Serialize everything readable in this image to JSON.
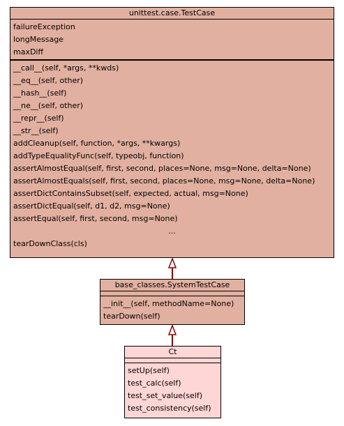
{
  "colors": {
    "parent_fill": "#e2b0a0",
    "child_fill": "#fed6d5",
    "edge": "#8b0000",
    "border": "#000000"
  },
  "classes": {
    "testcase": {
      "name": "unittest.case.TestCase",
      "attributes": [
        "failureException",
        "longMessage",
        "maxDiff"
      ],
      "methods": [
        "__call__(self, *args, **kwds)",
        "__eq__(self, other)",
        "__hash__(self)",
        "__ne__(self, other)",
        "__repr__(self)",
        "__str__(self)",
        "addCleanup(self, function, *args, **kwargs)",
        "addTypeEqualityFunc(self, typeobj, function)",
        "assertAlmostEqual(self, first, second, places=None, msg=None, delta=None)",
        "assertAlmostEquals(self, first, second, places=None, msg=None, delta=None)",
        "assertDictContainsSubset(self, expected, actual, msg=None)",
        "assertDictEqual(self, d1, d2, msg=None)",
        "assertEqual(self, first, second, msg=None)"
      ],
      "ellipsis": "...",
      "last_method": "tearDownClass(cls)"
    },
    "base": {
      "name": "base_classes.SystemTestCase",
      "methods": [
        "__init__(self, methodName=None)",
        "tearDown(self)"
      ]
    },
    "ct": {
      "name": "Ct",
      "methods": [
        "setUp(self)",
        "test_calc(self)",
        "test_set_value(self)",
        "test_consistency(self)"
      ]
    }
  }
}
